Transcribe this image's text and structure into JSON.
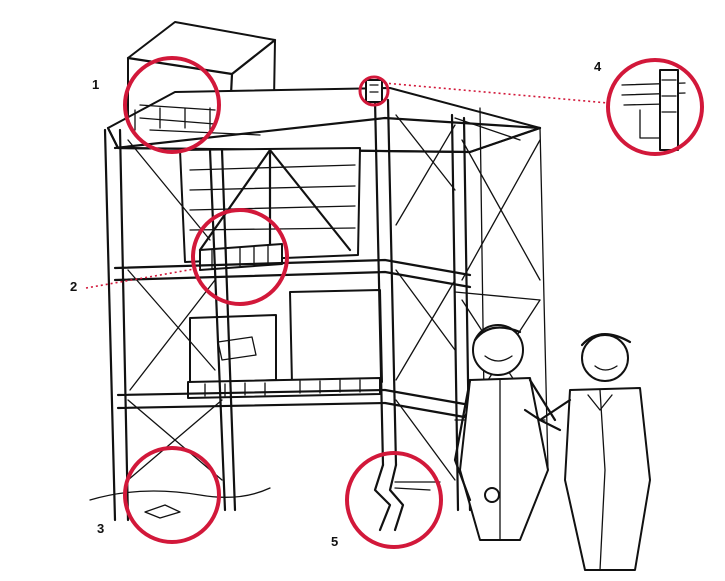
{
  "colors": {
    "ink": "#111111",
    "callout": "#d2183a",
    "background": "#ffffff"
  },
  "callouts": [
    {
      "number": "1",
      "subject": "rack-top-deck"
    },
    {
      "number": "2",
      "subject": "sagging-beam-pallet"
    },
    {
      "number": "3",
      "subject": "damaged-base-plate"
    },
    {
      "number": "4",
      "subject": "beam-connector-lock"
    },
    {
      "number": "5",
      "subject": "bent-upright"
    }
  ],
  "icons": {
    "figures": [
      "worker-figure",
      "supervisor-figure"
    ]
  }
}
